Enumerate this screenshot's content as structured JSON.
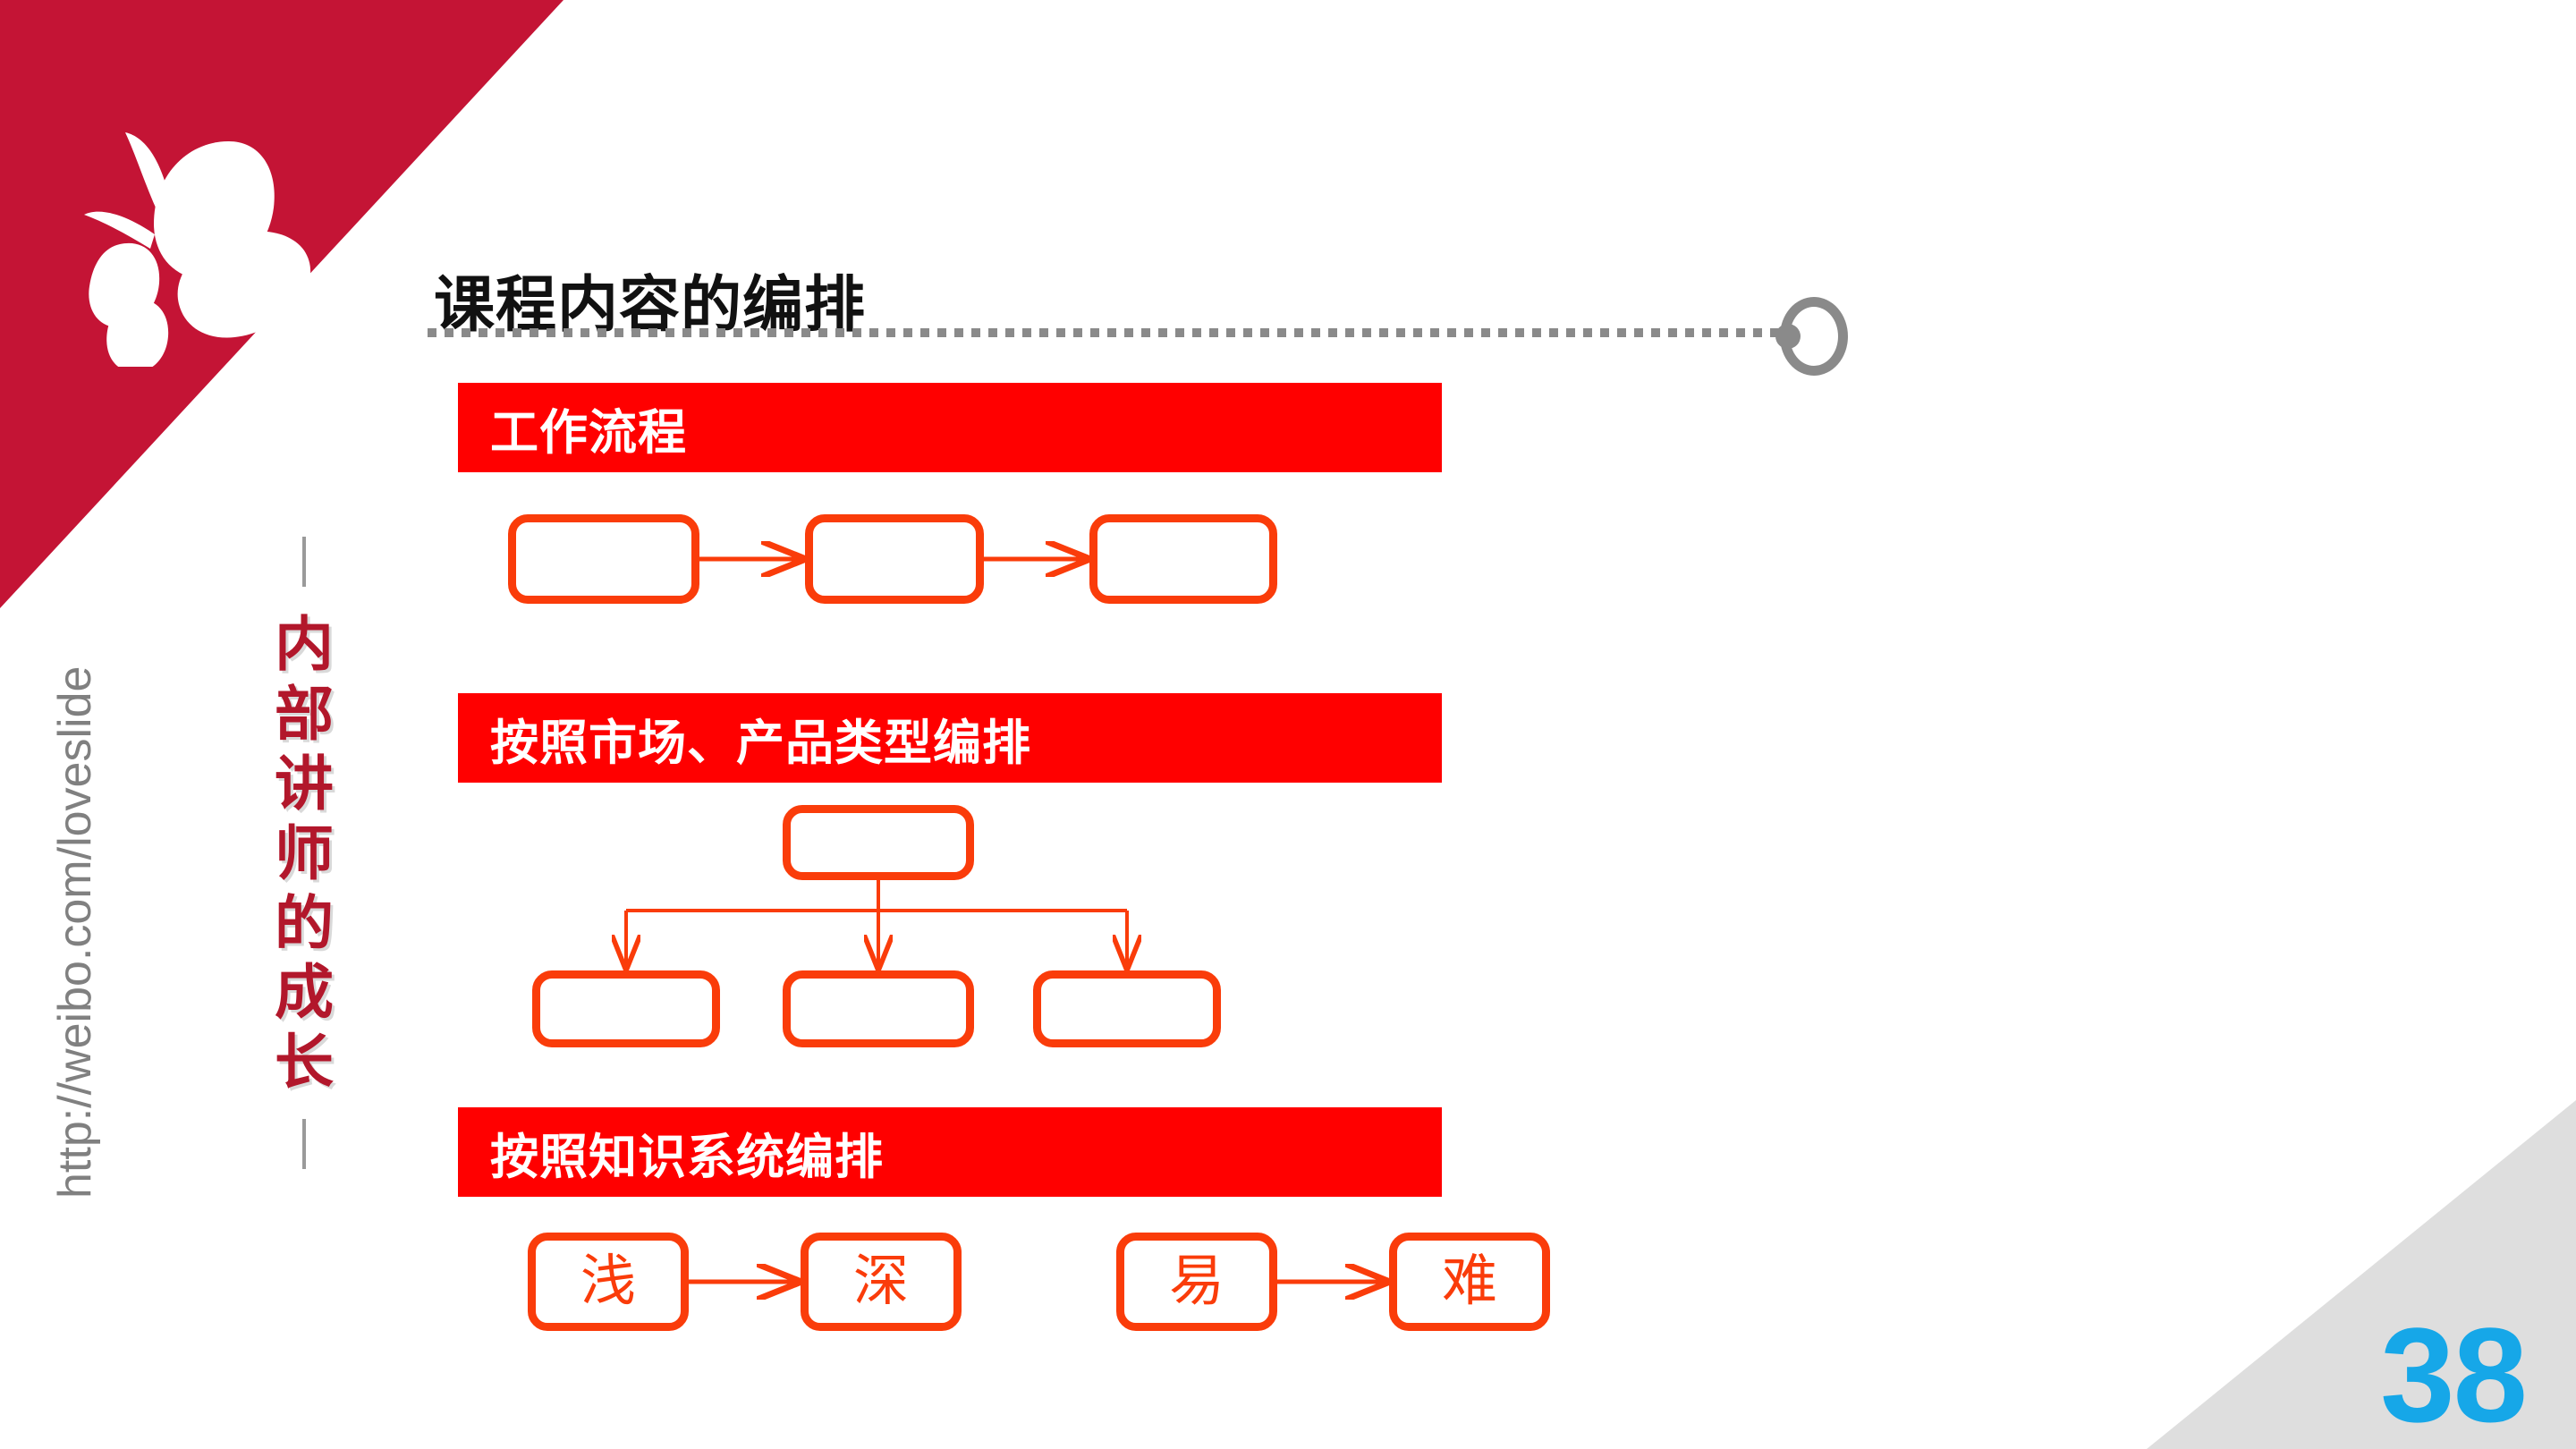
{
  "slide": {
    "title": "课程内容的编排",
    "page_number": "38",
    "weibo_url": "http://weibo.com/loveslide",
    "vertical_title_chars": [
      "内",
      "部",
      "讲",
      "师",
      "的",
      "成",
      "长"
    ],
    "colors": {
      "corner_red": "#C41435",
      "banner_red": "#FF0000",
      "box_orange": "#FA3C0A",
      "vertical_title_red": "#B2172B",
      "page_number_blue": "#16A7E8",
      "corner_gray": "#DEDEDE",
      "rule_gray": "#8A8A8A"
    }
  },
  "sections": [
    {
      "banner_label": "工作流程",
      "diagram": "linear-chain",
      "boxes": [
        "",
        "",
        ""
      ]
    },
    {
      "banner_label": "按照市场、产品类型编排",
      "diagram": "tree",
      "parent_box": "",
      "child_boxes": [
        "",
        "",
        ""
      ]
    },
    {
      "banner_label": "按照知识系统编排",
      "diagram": "two-pairs",
      "pairs": [
        {
          "from": "浅",
          "to": "深"
        },
        {
          "from": "易",
          "to": "难"
        }
      ]
    }
  ]
}
